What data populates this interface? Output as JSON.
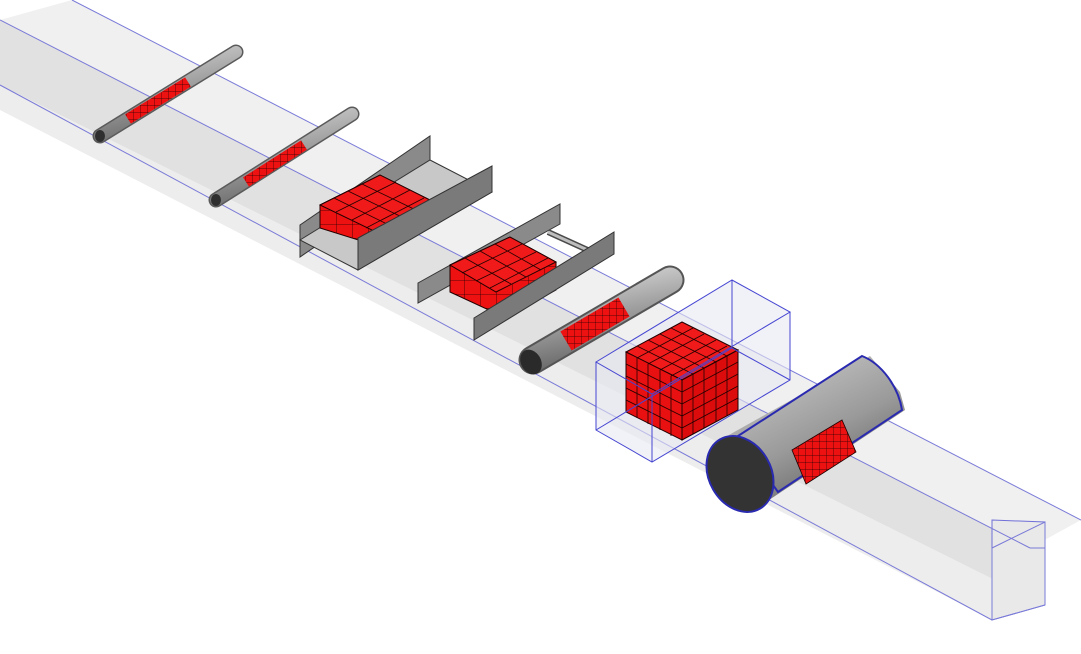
{
  "scene": {
    "background": "#ffffff",
    "duct": {
      "face_light": "#ececec",
      "face_mid": "#dadada",
      "edge": "#6b6bd6"
    },
    "materials": {
      "red": "#ee1111",
      "red_line": "#111111",
      "metal": "#8c8c8c",
      "metal_light": "#d0d0d0",
      "metal_dark": "#3a3a3a",
      "box_edge": "#4a4ad2"
    },
    "parts": [
      {
        "id": "thin-rod-1",
        "kind": "rod"
      },
      {
        "id": "thin-rod-2",
        "kind": "rod"
      },
      {
        "id": "channel-with-block-1",
        "kind": "channel"
      },
      {
        "id": "channel-with-block-2",
        "kind": "channel-frame"
      },
      {
        "id": "medium-rod",
        "kind": "rod"
      },
      {
        "id": "boxed-cube",
        "kind": "box"
      },
      {
        "id": "large-cylinder",
        "kind": "cylinder"
      }
    ]
  }
}
